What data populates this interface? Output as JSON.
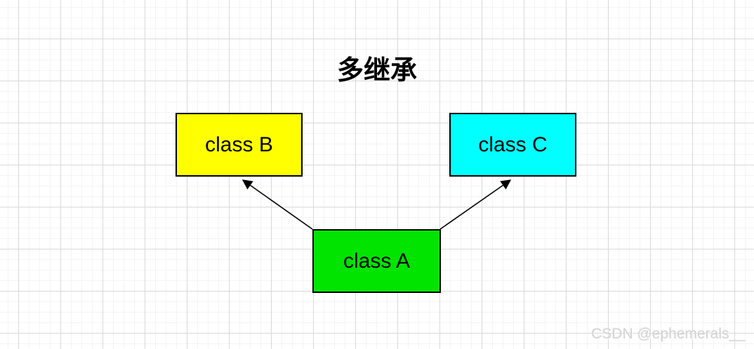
{
  "title": "多继承",
  "diagram": {
    "nodes": [
      {
        "id": "class-b",
        "label": "class B",
        "fill": "#ffff00"
      },
      {
        "id": "class-c",
        "label": "class C",
        "fill": "#00ffff"
      },
      {
        "id": "class-a",
        "label": "class A",
        "fill": "#00e400"
      }
    ],
    "edges": [
      {
        "from": "class-a",
        "to": "class-b",
        "arrowhead": "filled-triangle-at-target"
      },
      {
        "from": "class-a",
        "to": "class-c",
        "arrowhead": "filled-triangle-at-target"
      }
    ],
    "border_color": "#000000",
    "grid_major_color": "#d9d9d9",
    "grid_minor_color": "#f4f4f4"
  },
  "watermark": "CSDN @ephemerals__"
}
